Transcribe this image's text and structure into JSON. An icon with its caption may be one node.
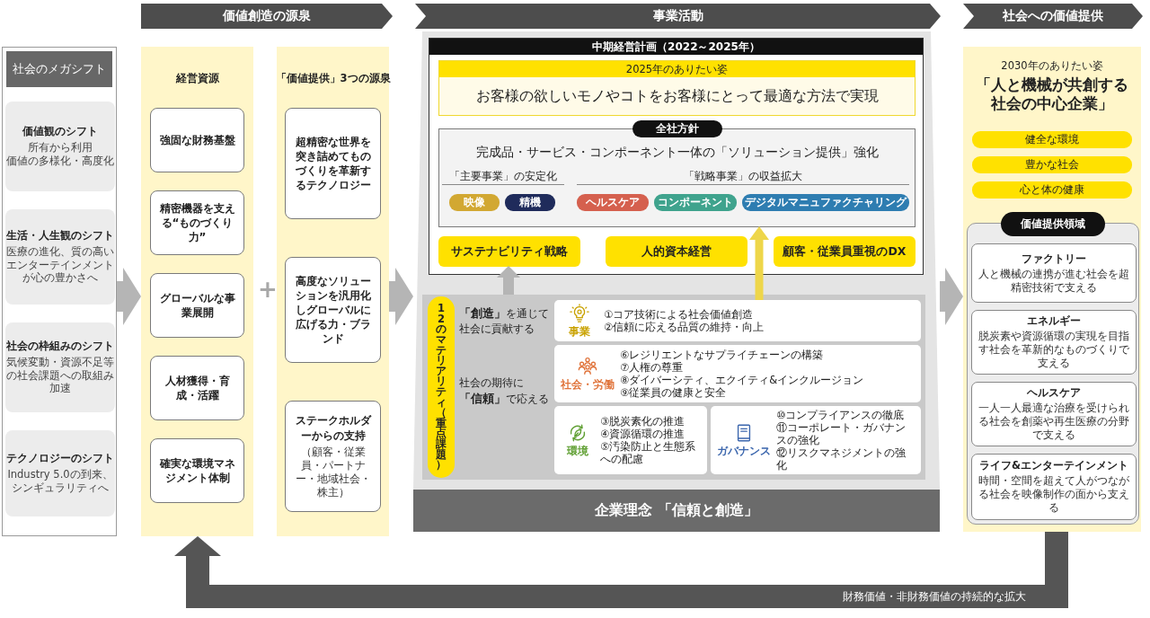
{
  "diagram": {
    "nodes": [
      {
        "text": [
          "価値創造の源泉"
        ]
      },
      {
        "text": [
          "事業活動"
        ]
      },
      {
        "text": [
          "社会への価値提供"
        ]
      },
      {
        "text": [
          "社会のメガシフト"
        ]
      },
      {
        "text": [
          "価値観のシフト",
          "所有から利用",
          "価値の多様化・高度化"
        ],
        "in": 3
      },
      {
        "text": [
          "生活・人生観のシフト",
          "医療の進化、質の高いエンターテインメントが心の豊かさへ"
        ],
        "in": 3
      },
      {
        "text": [
          "社会の枠組みのシフト",
          "気候変動・資源不足等の社会課題への取組み加速"
        ],
        "in": 3
      },
      {
        "text": [
          "テクノロジーのシフト",
          "Industry 5.0の到来、シンギュラリティへ"
        ],
        "in": 3
      },
      {
        "text": [
          "経営資源"
        ]
      },
      {
        "text": [
          "強固な財務基盤"
        ],
        "in": 8
      },
      {
        "text": [
          "精密機器を支える“ものづくり力”"
        ],
        "in": 8
      },
      {
        "text": [
          "グローバルな事業展開"
        ],
        "in": 8
      },
      {
        "text": [
          "人材獲得・育成・活躍"
        ],
        "in": 8
      },
      {
        "text": [
          "確実な環境マネジメント体制"
        ],
        "in": 8
      },
      {
        "text": [
          "「価値提供」3つの源泉"
        ]
      },
      {
        "text": [
          "超精密な世界を突き詰めてものづくりを革新するテクノロジー"
        ],
        "in": 14
      },
      {
        "text": [
          "高度なソリューションを汎用化しグローバルに広げる力・ブランド"
        ],
        "in": 14
      },
      {
        "text": [
          "ステークホルダーからの支持",
          "（顧客・従業員・パートナー・地域社会・株主）"
        ],
        "in": 14
      },
      {
        "text": [
          "企業理念 「信頼と創造」"
        ]
      },
      {
        "text": [
          "中期経営計画（2022～2025年）"
        ],
        "in": 18
      },
      {
        "text": [
          "2025年のありたい姿",
          "お客様の欲しいモノやコトをお客様にとって最適な方法で実現"
        ],
        "in": 19
      },
      {
        "text": [
          "全社方針",
          "完成品・サービス・コンポーネント一体の「ソリューション提供」強化"
        ],
        "in": 19
      },
      {
        "text": [
          "映像"
        ],
        "in": 21
      },
      {
        "text": [
          "精機"
        ],
        "in": 21
      },
      {
        "text": [
          "ヘルスケア"
        ],
        "in": 21
      },
      {
        "text": [
          "コンポーネント"
        ],
        "in": 21
      },
      {
        "text": [
          "デジタルマニュファクチャリング"
        ],
        "in": 21
      },
      {
        "text": [
          "サステナビリティ戦略"
        ],
        "in": 19
      },
      {
        "text": [
          "人的資本経営"
        ],
        "in": 19
      },
      {
        "text": [
          "顧客・従業員重視のDX"
        ],
        "in": 19
      },
      {
        "text": [
          "12のマテリアリティ（重点課題）"
        ],
        "in": 18
      },
      {
        "text": [
          "事業",
          "①コア技術による社会価値創造",
          "②信頼に応える品質の維持・向上"
        ],
        "in": 30
      },
      {
        "text": [
          "社会・労働",
          "⑥レジリエントなサプライチェーンの構築",
          "⑦人権の尊重",
          "⑧ダイバーシティ、エクイティ&インクルージョン",
          "⑨従業員の健康と安全"
        ],
        "in": 30
      },
      {
        "text": [
          "環境",
          "③脱炭素化の推進",
          "④資源循環の推進",
          "⑤汚染防止と生態系への配慮"
        ],
        "in": 30
      },
      {
        "text": [
          "ガバナンス",
          "⑩コンプライアンスの徹底",
          "⑪コーポレート・ガバナンスの強化",
          "⑫リスクマネジメントの強化"
        ],
        "in": 30
      },
      {
        "text": [
          "2030年のありたい姿",
          "「人と機械が共創する社会の中心企業」"
        ]
      },
      {
        "text": [
          "健全な環境"
        ],
        "in": 35
      },
      {
        "text": [
          "豊かな社会"
        ],
        "in": 35
      },
      {
        "text": [
          "心と体の健康"
        ],
        "in": 35
      },
      {
        "text": [
          "価値提供領域"
        ],
        "in": 35
      },
      {
        "text": [
          "ファクトリー",
          "人と機械の連携が進む社会を超精密技術で支える"
        ],
        "in": 39
      },
      {
        "text": [
          "エネルギー",
          "脱炭素や資源循環の実現を目指す社会を革新的なものづくりで支える"
        ],
        "in": 39
      },
      {
        "text": [
          "ヘルスケア",
          "一人一人最適な治療を受けられる社会を創薬や再生医療の分野で支える"
        ],
        "in": 39
      },
      {
        "text": [
          "ライフ&エンターテインメント",
          "時間・空間を超えて人がつながる社会を映像制作の面から支える"
        ],
        "in": 39
      }
    ],
    "edges": [
      {
        "from": 3,
        "to": 8,
        "arrow": "to"
      },
      {
        "from": 14,
        "to": 18,
        "arrow": "to"
      },
      {
        "from": 18,
        "to": 35,
        "arrow": "to"
      },
      {
        "from": 30,
        "to": 27,
        "arrow": "to"
      },
      {
        "from": 31,
        "to": 21,
        "arrow": "to",
        "color": "#eed64a"
      },
      {
        "from": 35,
        "to": 8,
        "arrow": "to",
        "color": "#555555",
        "label": "財務価値・非財務価値の持続的な拡大"
      }
    ],
    "labels": [
      "+",
      "「主要事業」の安定化",
      "「戦略事業」の収益拡大",
      "**「創造」**を通じて社会に貢献する",
      "社会の期待に**「信頼」**で応える"
    ]
  }
}
